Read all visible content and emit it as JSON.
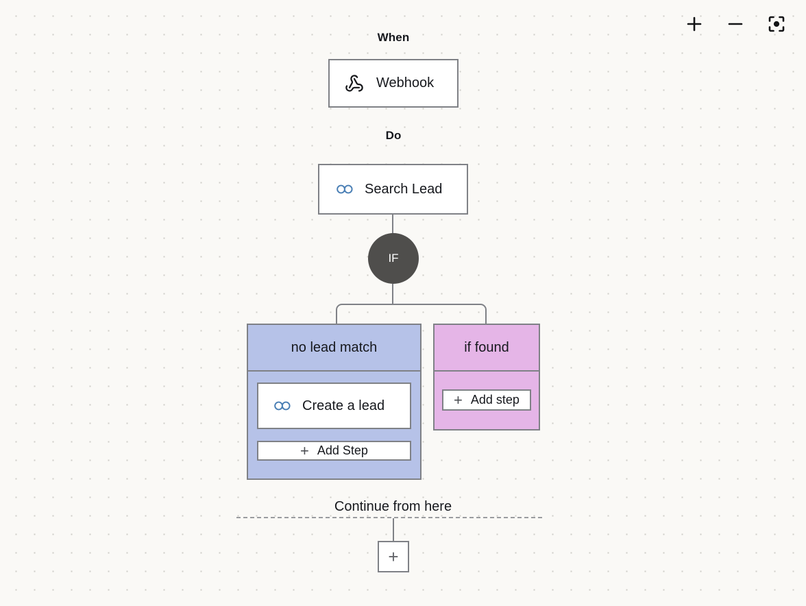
{
  "toolbar": {
    "zoom_in": {
      "name": "zoom-in-icon",
      "label": "+"
    },
    "zoom_out": {
      "name": "zoom-out-icon",
      "label": "−"
    },
    "fit_view": {
      "name": "fit-to-view-icon",
      "label": ""
    }
  },
  "canvas": {
    "background_color": "#faf9f6",
    "dot_color": "#cfcdc8"
  },
  "sections": {
    "when_label": "When",
    "do_label": "Do"
  },
  "trigger": {
    "label": "Webhook",
    "icon": "webhook-icon"
  },
  "action": {
    "label": "Search Lead",
    "icon": "copper-crm-icon",
    "icon_color": "#4a7fb5"
  },
  "condition": {
    "label": "IF",
    "color": "#4f4e4c"
  },
  "branches": [
    {
      "id": "no-lead-match",
      "title": "no lead match",
      "color": "#b6c2e8",
      "steps": [
        {
          "label": "Create a lead",
          "icon": "copper-crm-icon"
        }
      ],
      "add_step_label": "Add Step"
    },
    {
      "id": "if-found",
      "title": "if found",
      "color": "#e5b5e7",
      "steps": [],
      "add_step_label": "Add step"
    }
  ],
  "footer": {
    "continue_label": "Continue from here",
    "add_button_label": "+"
  }
}
